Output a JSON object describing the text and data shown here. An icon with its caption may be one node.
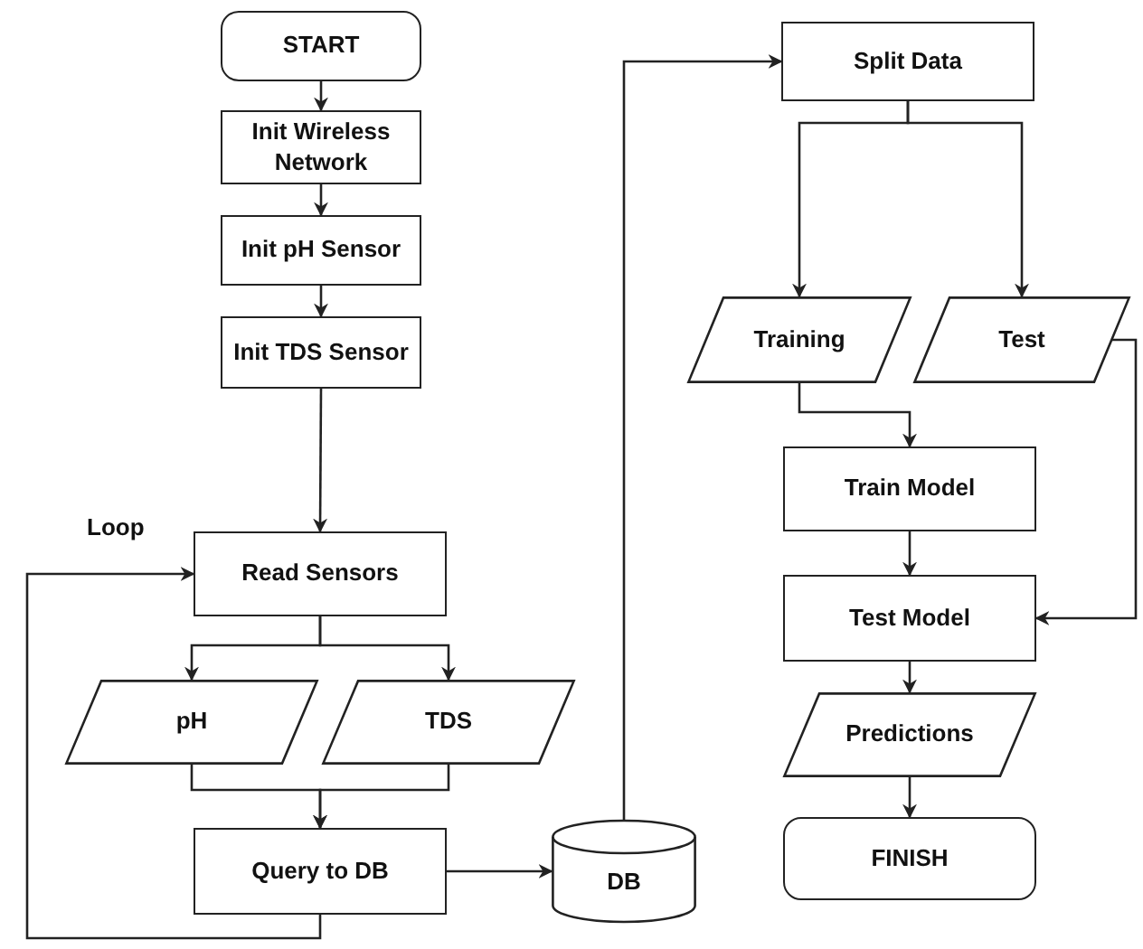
{
  "diagram": {
    "nodes": [
      {
        "text": [
          "START"
        ]
      },
      {
        "text": [
          "Init Wireless Network"
        ]
      },
      {
        "text": [
          "Init pH Sensor"
        ]
      },
      {
        "text": [
          "Init TDS Sensor"
        ]
      },
      {
        "text": [
          "Read Sensors"
        ]
      },
      {
        "text": [
          "pH"
        ]
      },
      {
        "text": [
          "TDS"
        ]
      },
      {
        "text": [
          "Query to DB"
        ]
      },
      {
        "text": [
          "DB"
        ]
      },
      {
        "text": [
          "Split Data"
        ]
      },
      {
        "text": [
          "Training"
        ]
      },
      {
        "text": [
          "Test"
        ]
      },
      {
        "text": [
          "Train Model"
        ]
      },
      {
        "text": [
          "Test Model"
        ]
      },
      {
        "text": [
          "Predictions"
        ]
      },
      {
        "text": [
          "FINISH"
        ]
      }
    ],
    "edges": [
      {
        "from": 0,
        "to": 1,
        "arrow": "to"
      },
      {
        "from": 1,
        "to": 2,
        "arrow": "to"
      },
      {
        "from": 2,
        "to": 3,
        "arrow": "to"
      },
      {
        "from": 3,
        "to": 4,
        "arrow": "to"
      },
      {
        "from": 4,
        "to": 5,
        "arrow": "to"
      },
      {
        "from": 4,
        "to": 6,
        "arrow": "to"
      },
      {
        "from": 5,
        "to": 7,
        "arrow": "to"
      },
      {
        "from": 6,
        "to": 7,
        "arrow": "to"
      },
      {
        "from": 7,
        "to": 8,
        "arrow": "to"
      },
      {
        "from": 7,
        "to": 4,
        "arrow": "to",
        "label": "Loop"
      },
      {
        "from": 8,
        "to": 9,
        "arrow": "to"
      },
      {
        "from": 9,
        "to": 10,
        "arrow": "to"
      },
      {
        "from": 9,
        "to": 11,
        "arrow": "to"
      },
      {
        "from": 10,
        "to": 12,
        "arrow": "to"
      },
      {
        "from": 11,
        "to": 13,
        "arrow": "to"
      },
      {
        "from": 12,
        "to": 13,
        "arrow": "to"
      },
      {
        "from": 13,
        "to": 14,
        "arrow": "to"
      },
      {
        "from": 14,
        "to": 15,
        "arrow": "to"
      }
    ]
  }
}
